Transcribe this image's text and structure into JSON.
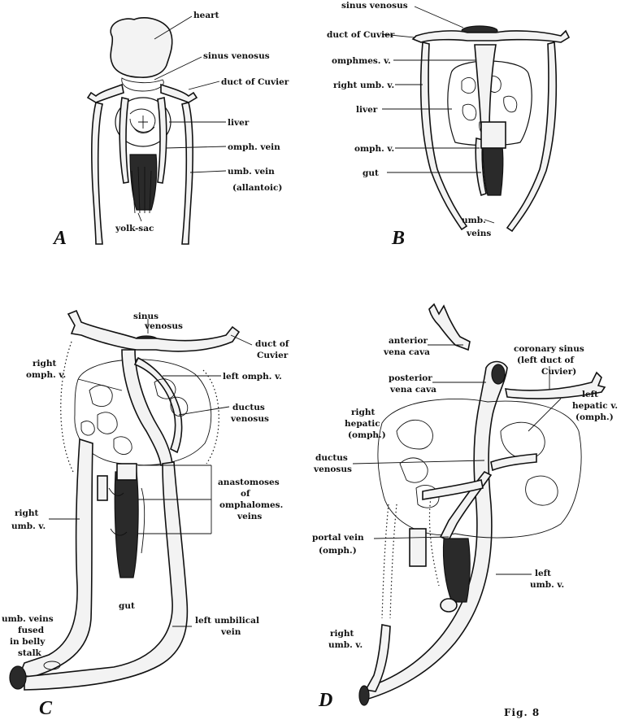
{
  "panels": {
    "A": {
      "letter": "A",
      "labels": {
        "heart": "heart",
        "sinus_venosus": "sinus venosus",
        "duct_of_cuvier": "duct of Cuvier",
        "liver": "liver",
        "omph_vein": "omph. vein",
        "umb_vein": "umb. vein",
        "allantoic": "(allantoic)",
        "yolk_sac": "yolk-sac"
      }
    },
    "B": {
      "letter": "B",
      "labels": {
        "sinus_venosus": "sinus venosus",
        "duct_of_cuvier": "duct of Cuvier",
        "omphmes_v": "omphmes. v.",
        "right_umb_v": "right umb. v.",
        "liver": "liver",
        "omph_v": "omph. v.",
        "gut": "gut",
        "umb": "umb.",
        "veins": "veins"
      }
    },
    "C": {
      "letter": "C",
      "labels": {
        "sinus": "sinus",
        "venosus": "venosus",
        "duct_of": "duct of",
        "cuvier": "Cuvier",
        "right": "right",
        "omph_v": "omph. v.",
        "left_omph_v": "left omph. v.",
        "ductus": "ductus",
        "venosus2": "venosus",
        "anastomoses": "anastomoses",
        "of": "of",
        "omphalomes": "omphalomes.",
        "veins": "veins",
        "right2": "right",
        "umb_v": "umb. v.",
        "gut": "gut",
        "umb_veins": "umb. veins",
        "fused": "fused",
        "in_belly": "in belly",
        "stalk": "stalk",
        "left_umbilical": "left umbilical",
        "vein": "vein"
      }
    },
    "D": {
      "letter": "D",
      "labels": {
        "anterior": "anterior",
        "vena_cava": "vena cava",
        "coronary_sinus": "coronary sinus",
        "left_duct_of": "(left duct of",
        "cuvier": "Cuvier)",
        "posterior": "posterior",
        "vena_cava2": "vena cava",
        "right": "right",
        "hepatic": "hepatic",
        "omph": "(omph.)",
        "left": "left",
        "hepatic_v": "hepatic v.",
        "omph2": "(omph.)",
        "ductus": "ductus",
        "venosus": "venosus",
        "portal_vein": "portal vein",
        "omph3": "(omph.)",
        "left2": "left",
        "umb_v": "umb. v.",
        "right2": "right",
        "umb_v2": "umb. v."
      }
    }
  },
  "figure_number": "Fig. 8"
}
